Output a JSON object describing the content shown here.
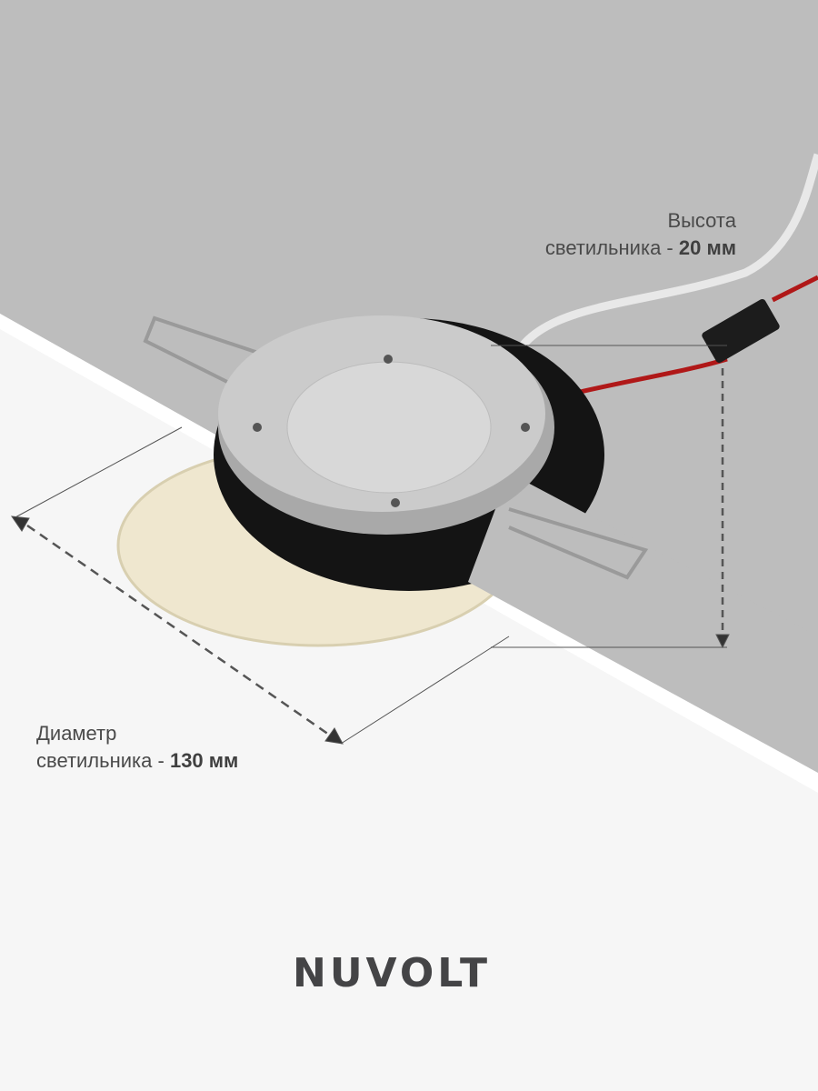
{
  "height_annotation": {
    "line1": "Высота",
    "line2_prefix": "светильника - ",
    "value": "20 мм"
  },
  "diameter_annotation": {
    "line1": "Диаметр",
    "line2_prefix": "светильника - ",
    "value": "130 мм"
  },
  "brand": {
    "logo_text": "NUVOLT"
  },
  "colors": {
    "ceiling": "#bdbdbd",
    "background": "#f6f6f6",
    "text": "#4a4a4a",
    "lamp_body": "#c8c8c8",
    "lamp_ring": "#141414"
  }
}
